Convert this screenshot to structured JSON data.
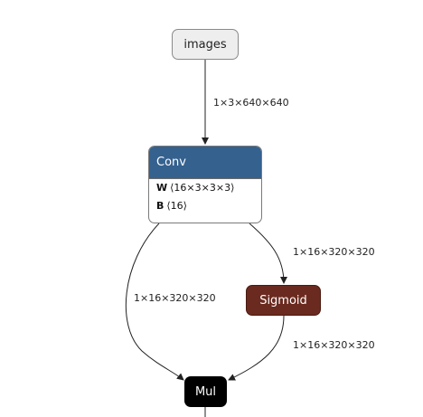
{
  "graph": {
    "nodes": {
      "images": {
        "label": "images"
      },
      "conv": {
        "title": "Conv",
        "attributes": [
          {
            "name": "W",
            "value": "⟨16×3×3×3⟩"
          },
          {
            "name": "B",
            "value": "⟨16⟩"
          }
        ]
      },
      "sigmoid": {
        "label": "Sigmoid"
      },
      "mul": {
        "label": "Mul"
      }
    },
    "edges": {
      "images_to_conv": "1×3×640×640",
      "conv_to_sigmoid": "1×16×320×320",
      "conv_to_mul": "1×16×320×320",
      "sigmoid_to_mul": "1×16×320×320"
    }
  },
  "colors": {
    "conv_header": "#35618f",
    "sigmoid": "#6b2a1f",
    "mul": "#000000",
    "input": "#eeeeee"
  }
}
